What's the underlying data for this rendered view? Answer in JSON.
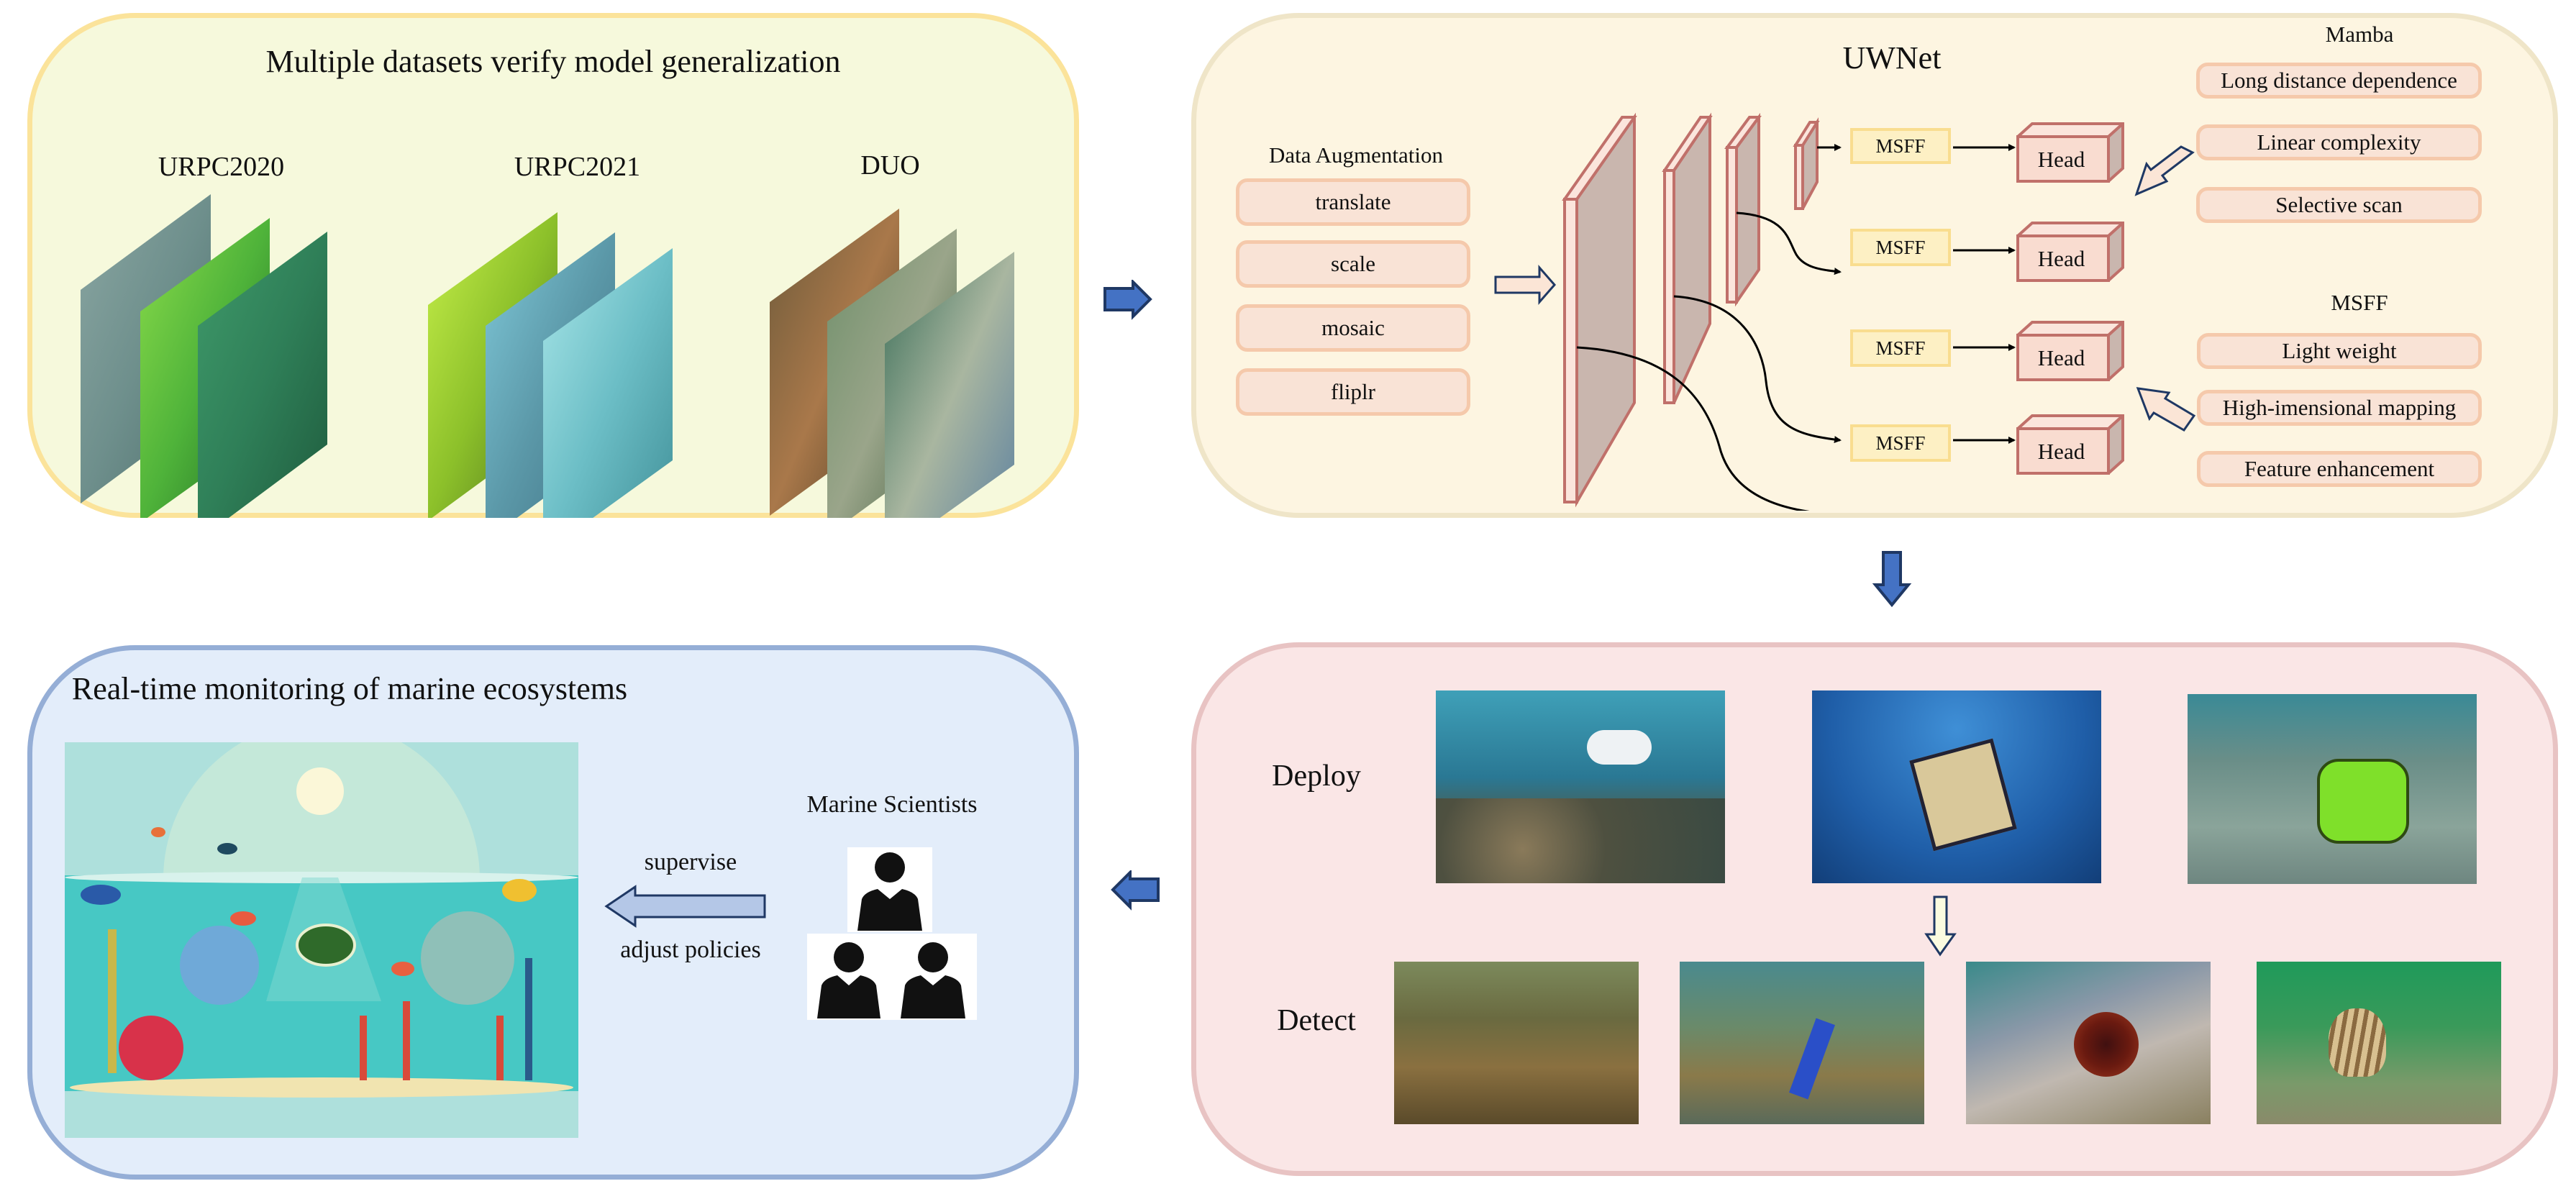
{
  "panels": {
    "datasets": {
      "title": "Multiple datasets verify model generalization",
      "datasets": [
        {
          "name": "URPC2020",
          "image_desc": [
            "rocky seabed",
            "green algae seabed",
            "dark green seabed"
          ]
        },
        {
          "name": "URPC2021",
          "image_desc": [
            "lime green seabed",
            "blue rocky seabed",
            "cyan boulders"
          ]
        },
        {
          "name": "DUO",
          "image_desc": [
            "brown coral seabed",
            "hazy green seabed",
            "speckled seabed"
          ]
        }
      ]
    },
    "uwnet": {
      "title": "UWNet",
      "augmentation": {
        "heading": "Data Augmentation",
        "items": [
          "translate",
          "scale",
          "mosaic",
          "fliplr"
        ]
      },
      "msff_label": "MSFF",
      "head_label": "Head",
      "mamba": {
        "heading": "Mamba",
        "items": [
          "Long distance dependence",
          "Linear complexity",
          "Selective scan"
        ]
      },
      "msff": {
        "heading": "MSFF",
        "items": [
          "Light weight",
          "High-imensional mapping",
          "Feature enhancement"
        ]
      }
    },
    "deploy": {
      "deploy_label": "Deploy",
      "detect_label": "Detect",
      "deploy_images": [
        "white underwater drone over coral reef",
        "ROV with tether in deep blue water",
        "green underwater drone over shallow reef"
      ],
      "detect_images": [
        "murky seabed with scallops",
        "blue starfish on coral",
        "sea urchin on rock",
        "scallop on green seabed"
      ]
    },
    "monitoring": {
      "title": "Real-time monitoring of marine ecosystems",
      "illustration": "illustrated coral reef with turtle and fish",
      "scientists_label": "Marine Scientists",
      "supervise_label": "supervise",
      "adjust_label": "adjust policies"
    }
  },
  "colors": {
    "flow_arrow": "#4472c4",
    "flow_arrow_outline": "#1f3864",
    "panel_datasets": "#f6f9dc",
    "panel_uwnet": "#fdf5e1",
    "panel_monitoring": "#e3edfa",
    "panel_deploy": "#fae6e6"
  }
}
